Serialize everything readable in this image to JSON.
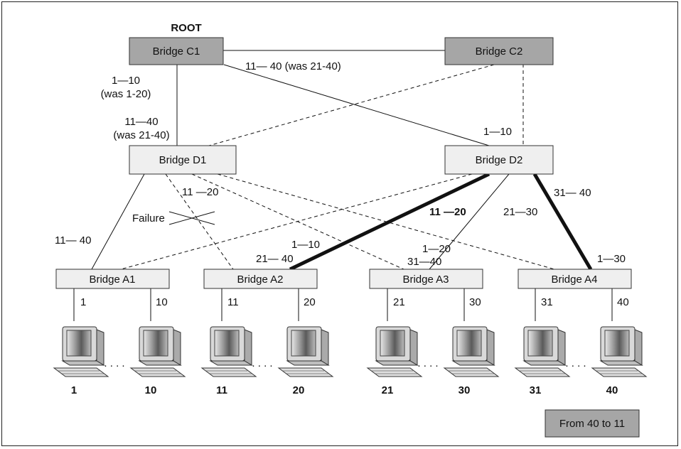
{
  "diagram": {
    "root_label": "ROOT",
    "bridges": {
      "c1": "Bridge C1",
      "c2": "Bridge C2",
      "d1": "Bridge D1",
      "d2": "Bridge D2",
      "a1": "Bridge A1",
      "a2": "Bridge A2",
      "a3": "Bridge A3",
      "a4": "Bridge A4"
    },
    "link_labels": {
      "c1_d2_range": "11— 40 (was 21-40)",
      "c1_d1_top": "1—10",
      "c1_d1_top_was": "(was 1-20)",
      "c1_d1_bottom": "11—40",
      "c1_d1_bottom_was": "(was 21-40)",
      "d2_up": "1—10",
      "d1_a2": "11 —20",
      "failure": "Failure",
      "d2_a2_bold": "11 —20",
      "d2_a3": "21—30",
      "d2_a4": "31— 40",
      "d1_a1": "11— 40",
      "a2_left1": "1—10",
      "a2_left2": "21— 40",
      "a3_left1": "1—20",
      "a3_left2": "31—40",
      "a4_left": "1—30"
    },
    "ports": {
      "a1_left": "1",
      "a1_right": "10",
      "a2_left": "11",
      "a2_right": "20",
      "a3_left": "21",
      "a3_right": "30",
      "a4_left": "31",
      "a4_right": "40"
    },
    "hosts": [
      "1",
      "10",
      "11",
      "20",
      "21",
      "30",
      "31",
      "40"
    ],
    "ellipsis": ". . . .",
    "legend": "From 40 to 11"
  }
}
